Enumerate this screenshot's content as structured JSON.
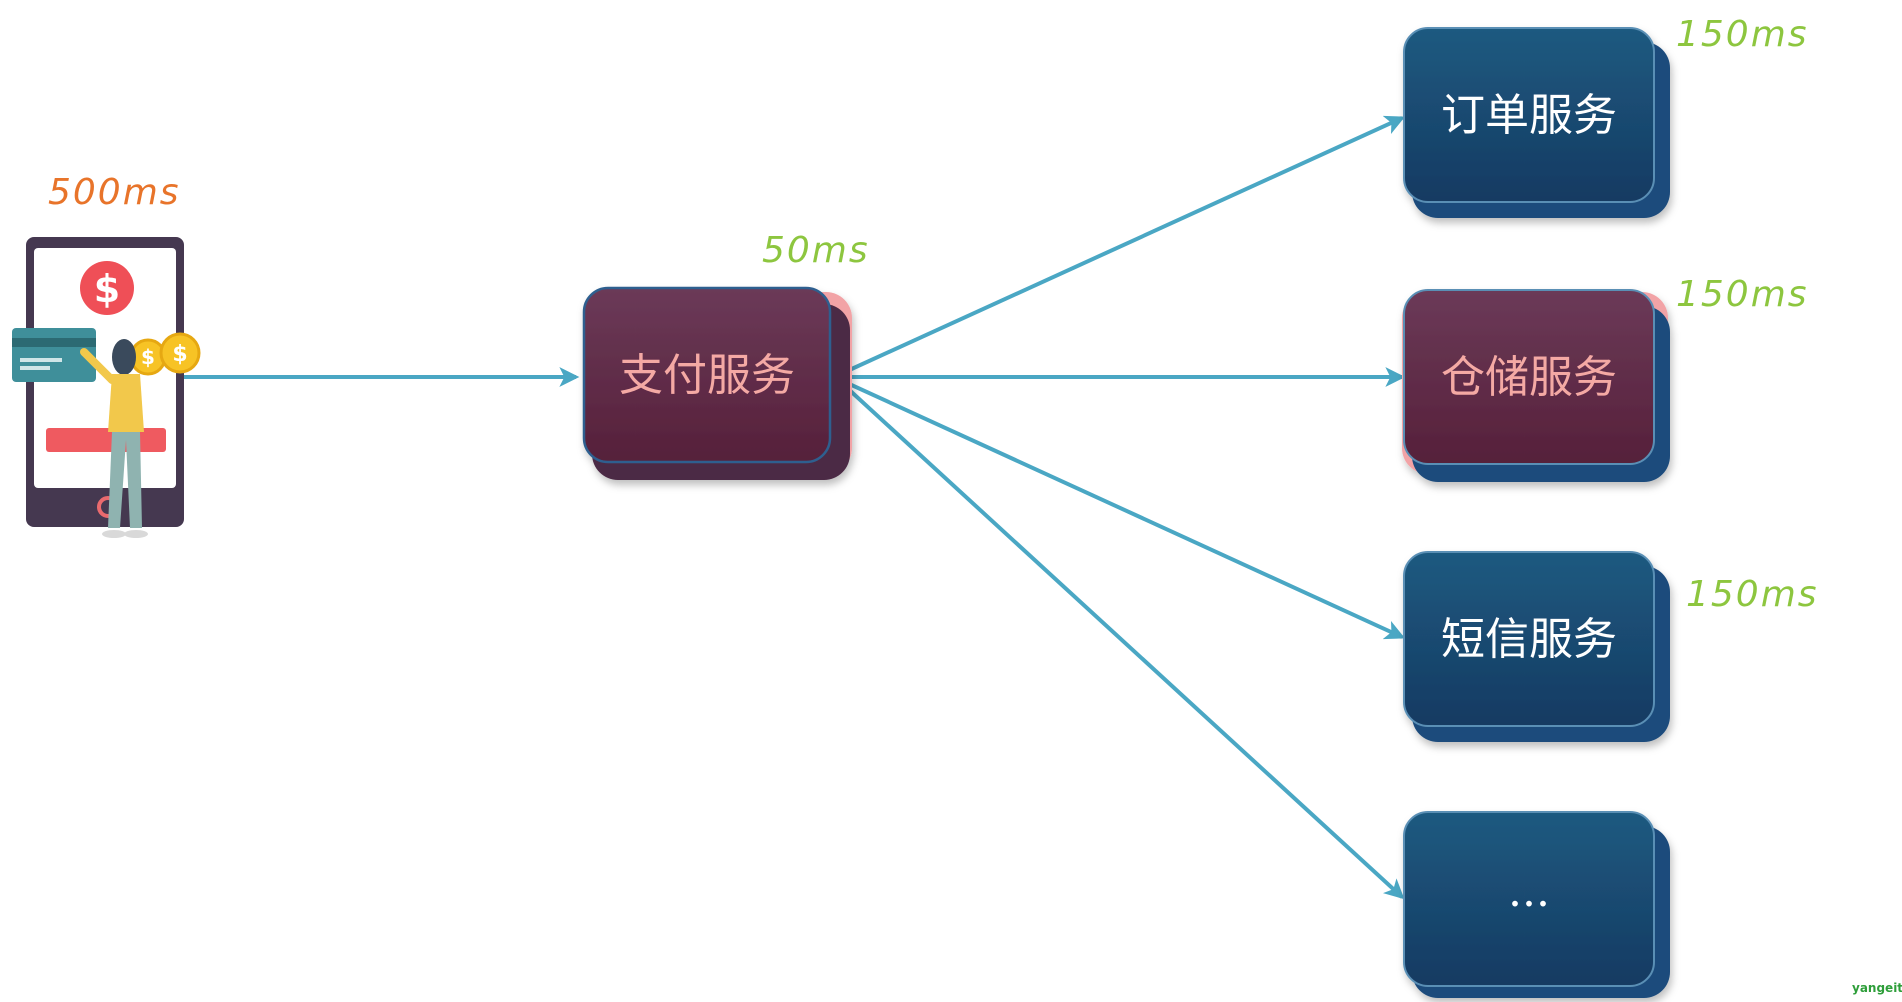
{
  "colors": {
    "arrow": "#4aa7c4",
    "navy_top": "#1d5a80",
    "navy_bottom": "#163a62",
    "maroon_top": "#6b3a58",
    "maroon_bottom": "#58203a",
    "pink_shadow": "#f2a3a6",
    "green_label": "#8dc63f",
    "orange_label": "#e8742a",
    "watermark": "#2e9e3a"
  },
  "client": {
    "latency_label": "500ms",
    "icon": "phone-payment-illustration"
  },
  "payment_service": {
    "label": "支付服务",
    "latency_label": "50ms"
  },
  "downstream_services": [
    {
      "label": "订单服务",
      "latency_label": "150ms",
      "theme": "navy"
    },
    {
      "label": "仓储服务",
      "latency_label": "150ms",
      "theme": "maroon"
    },
    {
      "label": "短信服务",
      "latency_label": "150ms",
      "theme": "navy"
    },
    {
      "label": "...",
      "latency_label": "",
      "theme": "navy"
    }
  ],
  "watermark": "yangeit"
}
